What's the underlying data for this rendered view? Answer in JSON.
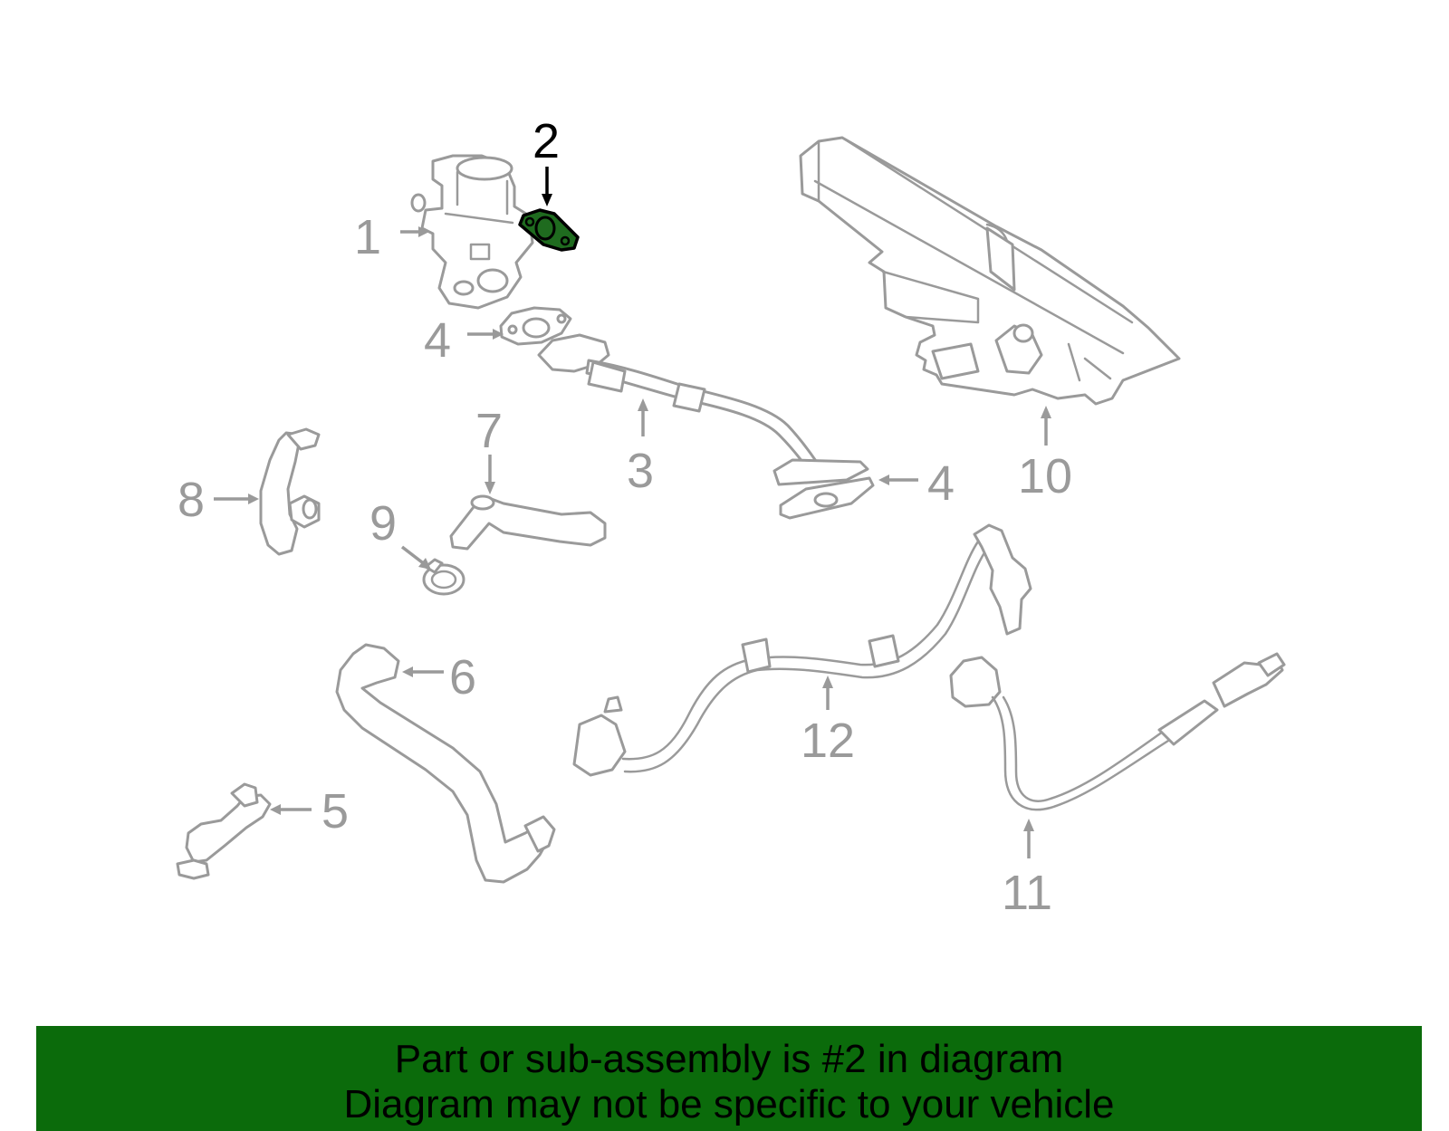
{
  "callouts": {
    "c1": "1",
    "c2": "2",
    "c3": "3",
    "c4a": "4",
    "c4b": "4",
    "c5": "5",
    "c6": "6",
    "c7": "7",
    "c8": "8",
    "c9": "9",
    "c10": "10",
    "c11": "11",
    "c12": "12"
  },
  "highlight": {
    "part": "2",
    "color": "#1f6b1f"
  },
  "banner": {
    "line1": "Part or sub-assembly is #2 in diagram",
    "line2": "Diagram may not be specific to your vehicle",
    "background": "#0b6b0b"
  }
}
